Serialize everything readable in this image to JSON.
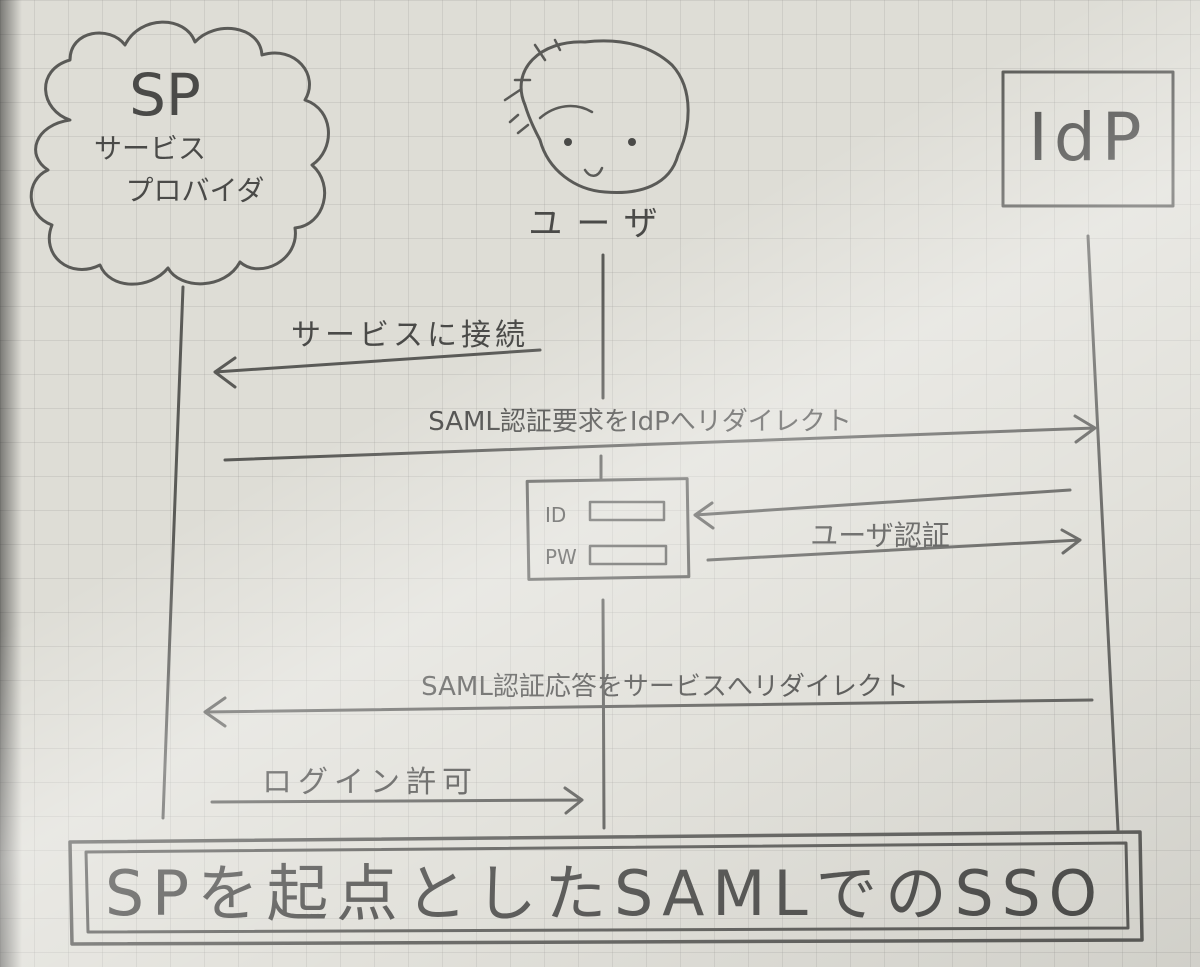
{
  "participants": {
    "sp": {
      "abbr": "SP",
      "line1": "サービス",
      "line2": "プロバイダ"
    },
    "user": {
      "label": "ユーザ"
    },
    "idp": {
      "abbr": "IdP"
    }
  },
  "messages": [
    {
      "from": "user",
      "to": "sp",
      "label": "サービスに接続"
    },
    {
      "from": "sp",
      "to": "idp",
      "label": "SAML認証要求をIdPへリダイレクト"
    },
    {
      "from": "idp",
      "to": "user",
      "label": ""
    },
    {
      "from": "user",
      "to": "idp",
      "label": "ユーザ認証"
    },
    {
      "from": "idp",
      "to": "sp",
      "label": "SAML認証応答をサービスへリダイレクト"
    },
    {
      "from": "sp",
      "to": "user",
      "label": "ログイン許可"
    }
  ],
  "login_form": {
    "id_label": "ID",
    "pw_label": "PW"
  },
  "caption": "SPを起点としたSAMLでのSSO",
  "colors": {
    "paper": "#deddd6",
    "ink": "#5a5a57",
    "grid": "#9a9a95"
  }
}
